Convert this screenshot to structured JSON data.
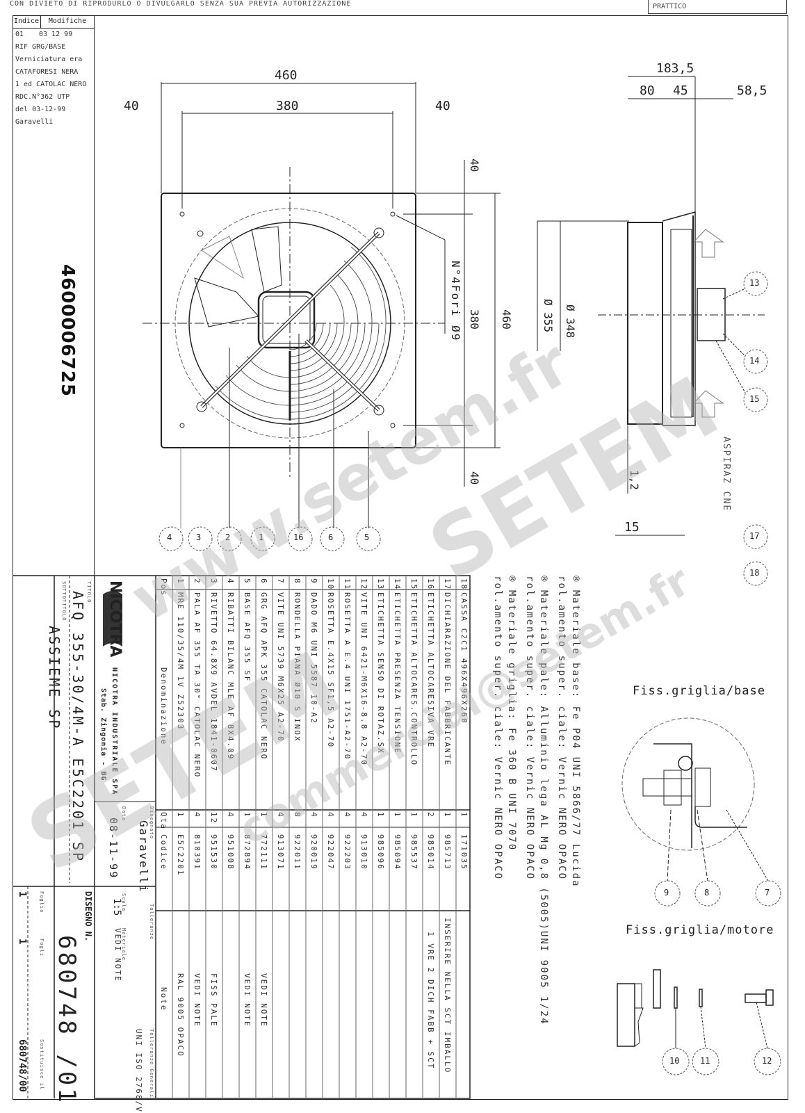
{
  "header": {
    "copyright_note": "CON DIVIETO DI RIPRODURLO O DIVULGARLO SENZA SUA PREVIA AUTORIZZAZIONE",
    "box_label": "PRATTICO"
  },
  "modifications": {
    "col_index": "Indice",
    "col_mods": "Modifiche",
    "index": "01",
    "date": "03 12 99",
    "lines": [
      "RIF GRG/BASE",
      "Verniciatura era",
      "CATAFORESI NERA",
      "1 ed CATOLAC NERO",
      "RDC.N°362   UTP",
      "del 03-12-99",
      "Garavelli"
    ]
  },
  "part_number": "4600006725",
  "front_view": {
    "dim_overall": "460",
    "dim_holes": "380",
    "dim_margin_left": "40",
    "dim_margin_right": "40",
    "dim_margin_top": "40",
    "dim_margin_bottom": "40",
    "dim_vertical_inner": "380",
    "dim_vertical_overall": "460",
    "holes_note": "N°4Fori Ø9"
  },
  "side_view": {
    "dim_depth": "183,5",
    "dim_a": "80",
    "dim_b": "45",
    "dim_c": "58,5",
    "dia_outer": "Ø 355",
    "dia_inner": "Ø 348",
    "dim_gap": "1,2",
    "dim_15": "15",
    "airflow_label": "ASPIRAZ CNE"
  },
  "balloons_front": [
    "4",
    "3",
    "2",
    "1",
    "16",
    "6",
    "5"
  ],
  "balloons_side": [
    "13",
    "14",
    "15",
    "17",
    "18"
  ],
  "materials_notes": [
    "® Materiale base: Fe P04 UNI 5866/77 Lucida",
    "   rol.amento super. ciale: Vernic NERO OPACO",
    "® Materiale pale: Alluminio lega AL Mg 0,8 (5005)UNI 9005 1/24",
    "   rol.amento super. ciale: Vernic NERO OPACO",
    "® Materiale griglia: Fe 360 B UNI 7070",
    "   rol.amento super. ciale: Vernic NERO OPACO"
  ],
  "bom": {
    "headers": {
      "pos": "Pos",
      "desc": "Denominazione",
      "qty": "Qta",
      "code": "Codice",
      "notes": "Note"
    },
    "rows": [
      {
        "pos": "1",
        "desc": "MRE 110/35/4M 1V Z52303",
        "qty": "1",
        "code": "E5C2201",
        "notes": "RAL 9005 OPACO"
      },
      {
        "pos": "2",
        "desc": "PALA AF 355 TA 30° CATOLAC NERO",
        "qty": "4",
        "code": "810391",
        "notes": "VEDI NOTE"
      },
      {
        "pos": "3",
        "desc": "RIVETTO 64.8X9 AVDEL 1841-0607",
        "qty": "12",
        "code": "951530",
        "notes": "FISS PALE"
      },
      {
        "pos": "4",
        "desc": "RIBATTI BILANC MLE AF 8X4.09",
        "qty": "4",
        "code": "951008",
        "notes": ""
      },
      {
        "pos": "5",
        "desc": "BASE AFQ 355 SF",
        "qty": "1",
        "code": "872894",
        "notes": "VEDI NOTE"
      },
      {
        "pos": "6",
        "desc": "GRG AFQ APK 355 CATOLAC NERO",
        "qty": "1",
        "code": "772111",
        "notes": "VEDI NOTE"
      },
      {
        "pos": "7",
        "desc": "VITE UNI 5739 M6X25 A2-70",
        "qty": "4",
        "code": "913071",
        "notes": ""
      },
      {
        "pos": "8",
        "desc": "RONDELLA PIANA Ø10 S INOX",
        "qty": "8",
        "code": "922011",
        "notes": ""
      },
      {
        "pos": "9",
        "desc": "DADO M6 UNI 5587 10-A2",
        "qty": "4",
        "code": "920019",
        "notes": ""
      },
      {
        "pos": "10",
        "desc": "ROSETTA E.4X15 SF1,5 A2-70",
        "qty": "4",
        "code": "922047",
        "notes": ""
      },
      {
        "pos": "11",
        "desc": "ROSETTA A E.4 UNI 1751-A2-70",
        "qty": "4",
        "code": "922203",
        "notes": ""
      },
      {
        "pos": "12",
        "desc": "VITE UNI 6421-M6X16-8.8 A2-70",
        "qty": "4",
        "code": "913010",
        "notes": ""
      },
      {
        "pos": "13",
        "desc": "ETICHETTA SENSO DI ROTAZ.SX",
        "qty": "1",
        "code": "985096",
        "notes": ""
      },
      {
        "pos": "14",
        "desc": "ETICHETTA PRESENZA TENSIONE",
        "qty": "1",
        "code": "985094",
        "notes": ""
      },
      {
        "pos": "15",
        "desc": "ETICHETTA ALTOCARES.CONTROLLO",
        "qty": "1",
        "code": "985537",
        "notes": ""
      },
      {
        "pos": "16",
        "desc": "ETICHETTA ALTOCARESIVA VRE",
        "qty": "2",
        "code": "985014",
        "notes": "1 VRE 2 DICH FABB + SCT"
      },
      {
        "pos": "17",
        "desc": "DICHIARAZIONE DEL FABBRICANTE",
        "qty": "1",
        "code": "985713",
        "notes": "INSERIRE NELLA SCT IMBALLO"
      },
      {
        "pos": "18",
        "desc": "CASSA C2C1 496X496X260",
        "qty": "1",
        "code": "171035",
        "notes": ""
      }
    ]
  },
  "title_block": {
    "company": "NICOTRA",
    "company_full": "NICOTRA INDUSTRIALE SPA",
    "plant": "Stab. Zingonia - BG",
    "title_label": "TITOLO",
    "title": "AFQ 355-30/4M-A E5C2201 SP",
    "subtitle_label": "SOTTOTITOLO",
    "subtitle": "ASSIEME SP",
    "drawn_label": "Disegnato",
    "drawn_by": "Garavelli",
    "date_label": "Data",
    "date": "08-11-99",
    "scale_label": "Scala",
    "scale": "1:5",
    "material_label": "Materiale",
    "material": "VEDI NOTE",
    "finish_label": "Tolleranze",
    "tolerance_label": "Tolleranze Generali",
    "tolerance": "UNI ISO 2768/V",
    "drawing_no_label": "DISEGNO N.",
    "drawing_no": "680748 /01",
    "sheet_label": "Foglio",
    "sheet": "1",
    "sheets_label": "Fogli",
    "sheets": "1",
    "replaces_label": "Sostituisce il",
    "replaces": "680748/00"
  },
  "details": {
    "base_title": "Fiss.griglia/base",
    "base_balloons": [
      "9",
      "8",
      "7"
    ],
    "motor_title": "Fiss.griglia/motore",
    "motor_balloons": [
      "10",
      "11",
      "12"
    ]
  },
  "watermarks": [
    "www.setem.fr",
    "SETEM",
    "commercial@setem.fr",
    "SETEM ©"
  ]
}
